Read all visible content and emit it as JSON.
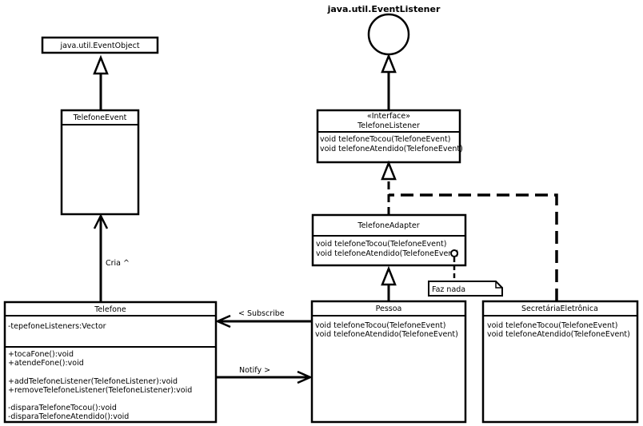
{
  "interface_circle_label": "java.util.EventListener",
  "event_object": {
    "name": "java.util.EventObject"
  },
  "telefone_event": {
    "name": "TelefoneEvent"
  },
  "telefone_listener": {
    "stereotype": "«Interface»",
    "name": "TelefoneListener",
    "methods": [
      "void telefoneTocou(TelefoneEvent)",
      "void telefoneAtendido(TelefoneEvent)"
    ]
  },
  "telefone_adapter": {
    "name": "TelefoneAdapter",
    "methods": [
      "void telefoneTocou(TelefoneEvent)",
      "void telefoneAtendido(TelefoneEvent)"
    ]
  },
  "note": {
    "text": "Faz nada"
  },
  "telefone": {
    "name": "Telefone",
    "attributes": [
      "-tepefoneListeners:Vector"
    ],
    "methods": [
      "+tocaFone():void",
      "+atendeFone():void",
      "",
      "+addTelefoneListener(TelefoneListener):void",
      "+removeTelefoneListener(TelefoneListener):void",
      "",
      "-disparaTelefoneTocou():void",
      "-disparaTelefoneAtendido():void"
    ]
  },
  "pessoa": {
    "name": "Pessoa",
    "methods": [
      "void telefoneTocou(TelefoneEvent)",
      "void telefoneAtendido(TelefoneEvent)"
    ]
  },
  "secretaria": {
    "name": "SecretáriaEletrônica",
    "methods": [
      "void telefoneTocou(TelefoneEvent)",
      "void telefoneAtendido(TelefoneEvent)"
    ]
  },
  "labels": {
    "cria": "Cria ^",
    "subscribe": "< Subscribe",
    "notify": "Notify >"
  }
}
